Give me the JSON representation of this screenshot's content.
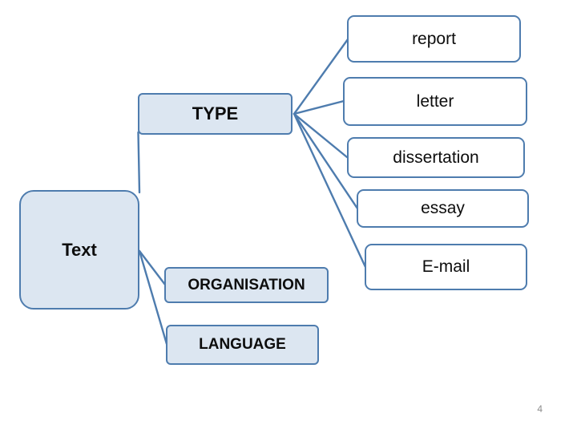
{
  "page": {
    "number": "4"
  },
  "diagram": {
    "nodes": {
      "root": "Text",
      "type": "TYPE",
      "organisation": "ORGANISATION",
      "language": "LANGUAGE",
      "report": "report",
      "letter": "letter",
      "dissertation": "dissertation",
      "essay": "essay",
      "email": "E-mail"
    },
    "edges": [
      {
        "from": "Text",
        "to": "TYPE"
      },
      {
        "from": "Text",
        "to": "ORGANISATION"
      },
      {
        "from": "Text",
        "to": "LANGUAGE"
      },
      {
        "from": "TYPE",
        "to": "report"
      },
      {
        "from": "TYPE",
        "to": "letter"
      },
      {
        "from": "TYPE",
        "to": "dissertation"
      },
      {
        "from": "TYPE",
        "to": "essay"
      },
      {
        "from": "TYPE",
        "to": "E-mail"
      }
    ],
    "colors": {
      "border": "#4e7cae",
      "shaded_fill": "#dce6f1",
      "plain_fill": "#ffffff",
      "label_text": "#0d0d0d",
      "page_number": "#8c8c8c"
    }
  }
}
